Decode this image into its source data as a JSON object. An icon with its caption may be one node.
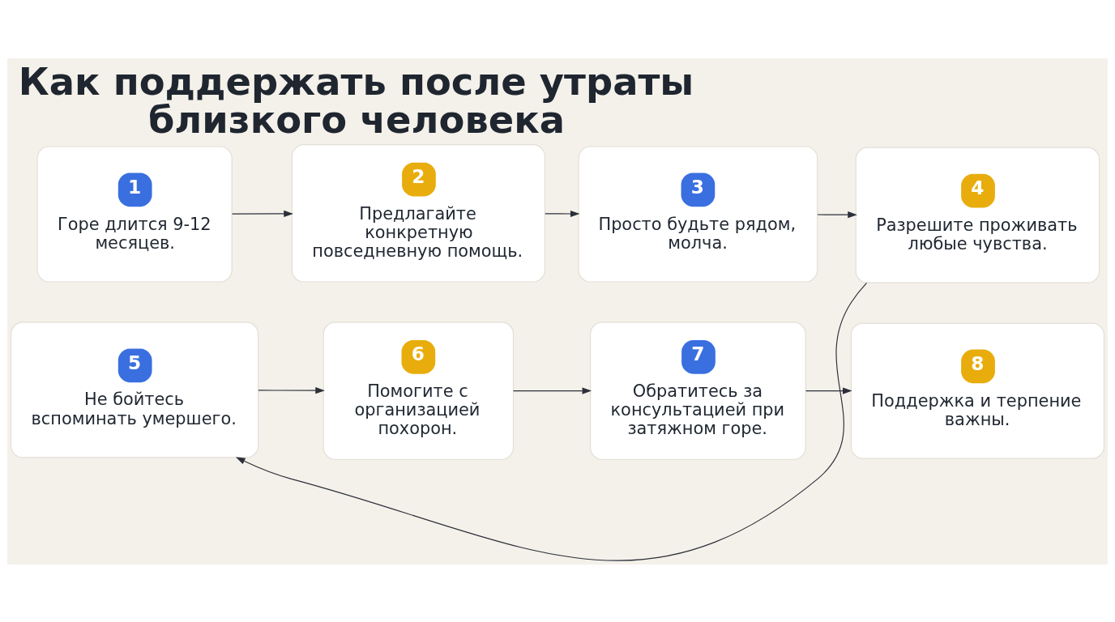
{
  "diagram": {
    "title": "Как поддержать после утраты близкого человека",
    "nodes": [
      {
        "text": [
          "1",
          "Горе длится 9-12 месяцев."
        ]
      },
      {
        "text": [
          "2",
          "Предлагайте конкретную повседневную помощь."
        ]
      },
      {
        "text": [
          "3",
          "Просто будьте рядом, молча."
        ]
      },
      {
        "text": [
          "4",
          "Разрешите проживать любые чувства."
        ]
      },
      {
        "text": [
          "5",
          "Не бойтесь вспоминать умершего."
        ]
      },
      {
        "text": [
          "6",
          "Помогите с организацией похорон."
        ]
      },
      {
        "text": [
          "7",
          "Обратитесь за консультацией при затяжном горе."
        ]
      },
      {
        "text": [
          "8",
          "Поддержка и терпение важны."
        ]
      }
    ],
    "edges": [
      {
        "from": 0,
        "to": 1,
        "arrow": "to"
      },
      {
        "from": 1,
        "to": 2,
        "arrow": "to"
      },
      {
        "from": 2,
        "to": 3,
        "arrow": "to"
      },
      {
        "from": 3,
        "to": 4,
        "arrow": "to"
      },
      {
        "from": 4,
        "to": 5,
        "arrow": "to"
      },
      {
        "from": 5,
        "to": 6,
        "arrow": "to"
      },
      {
        "from": 6,
        "to": 7,
        "arrow": "to"
      }
    ]
  }
}
